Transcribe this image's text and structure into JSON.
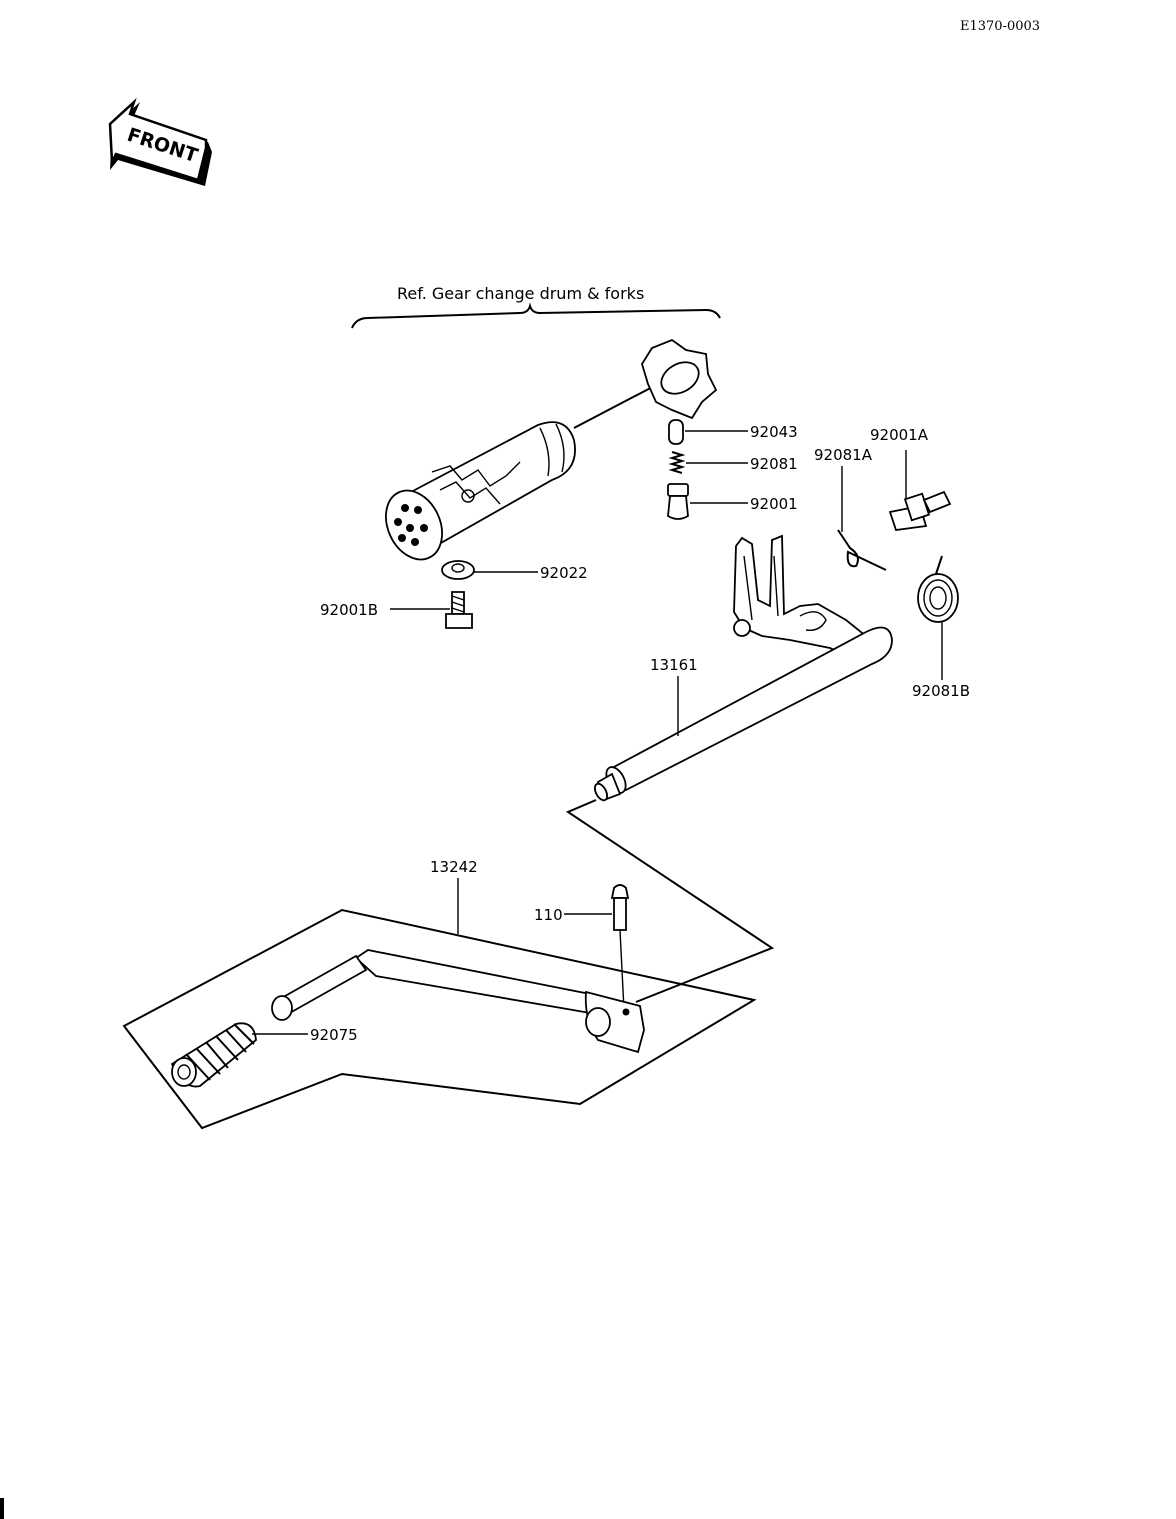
{
  "document_code": "E1370-0003",
  "front_arrow": {
    "text": "FRONT"
  },
  "reference": {
    "text": "Ref. Gear change drum & forks"
  },
  "parts": {
    "p92043": "92043",
    "p92081": "92081",
    "p92001": "92001",
    "p92081A": "92081A",
    "p92001A": "92001A",
    "p92022": "92022",
    "p92001B": "92001B",
    "p92081B": "92081B",
    "p13161": "13161",
    "p13242": "13242",
    "p110": "110",
    "p92075": "92075"
  }
}
